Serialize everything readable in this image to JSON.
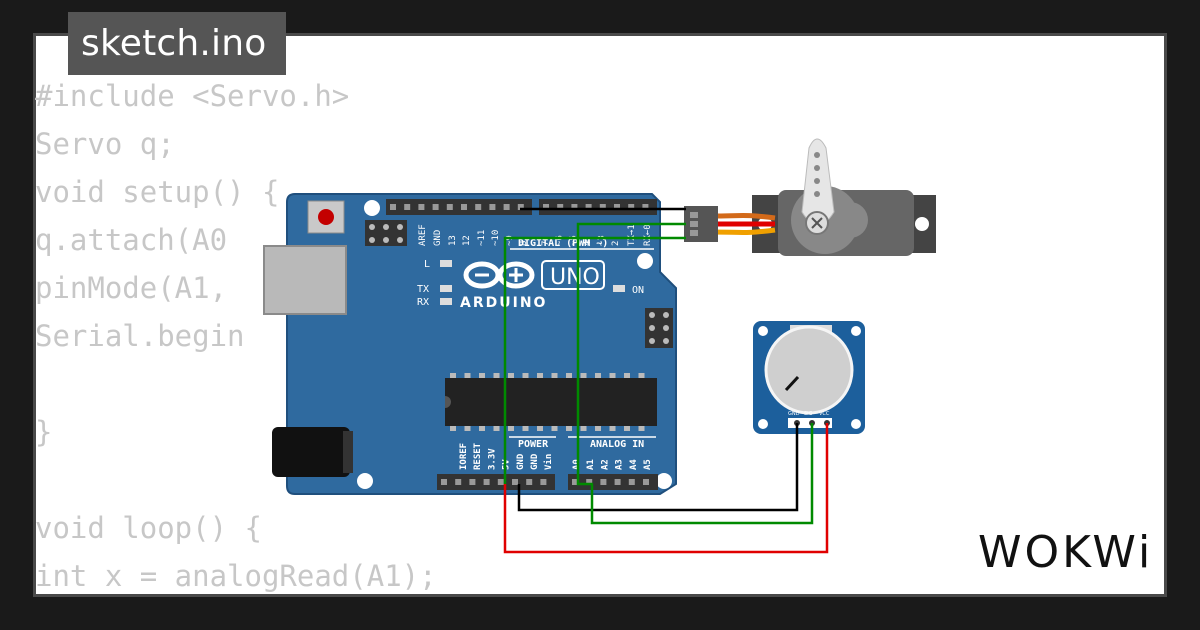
{
  "file_tab": {
    "label": "sketch.ino"
  },
  "code": {
    "lines": [
      "#include <Servo.h>",
      "Servo q;",
      "void setup() {",
      "q.attach(A0",
      "pinMode(A1,",
      "Serial.begin",
      "",
      "}",
      "",
      "void loop() {",
      "int x = analogRead(A1);"
    ]
  },
  "board": {
    "brand": "ARDUINO",
    "model": "UNO",
    "digital_label": "DIGITAL (PWM ~)",
    "power_label": "POWER",
    "analog_label": "ANALOG IN",
    "led_l": "L",
    "led_tx": "TX",
    "led_rx": "RX",
    "led_on": "ON",
    "digital_pins": [
      "AREF",
      "GND",
      "13",
      "12",
      "~11",
      "~10",
      "~9",
      "8",
      "7",
      "~6",
      "~5",
      "4",
      "~3",
      "2",
      "TX→1",
      "RX←0"
    ],
    "power_pins": [
      "IOREF",
      "RESET",
      "3.3V",
      "5V",
      "GND",
      "GND",
      "Vin"
    ],
    "analog_pins": [
      "A0",
      "A1",
      "A2",
      "A3",
      "A4",
      "A5"
    ]
  },
  "potentiometer": {
    "pin_labels": [
      "GND",
      "SIG",
      "VCC"
    ]
  },
  "logo": {
    "text": "WOKWi"
  },
  "colors": {
    "board": "#2f6a9f",
    "board_dark": "#1f4f7d",
    "wire_black": "#000000",
    "wire_green": "#008a00",
    "wire_red": "#e00000",
    "servo_body": "#595959",
    "pot_board": "#1c5f9c"
  }
}
